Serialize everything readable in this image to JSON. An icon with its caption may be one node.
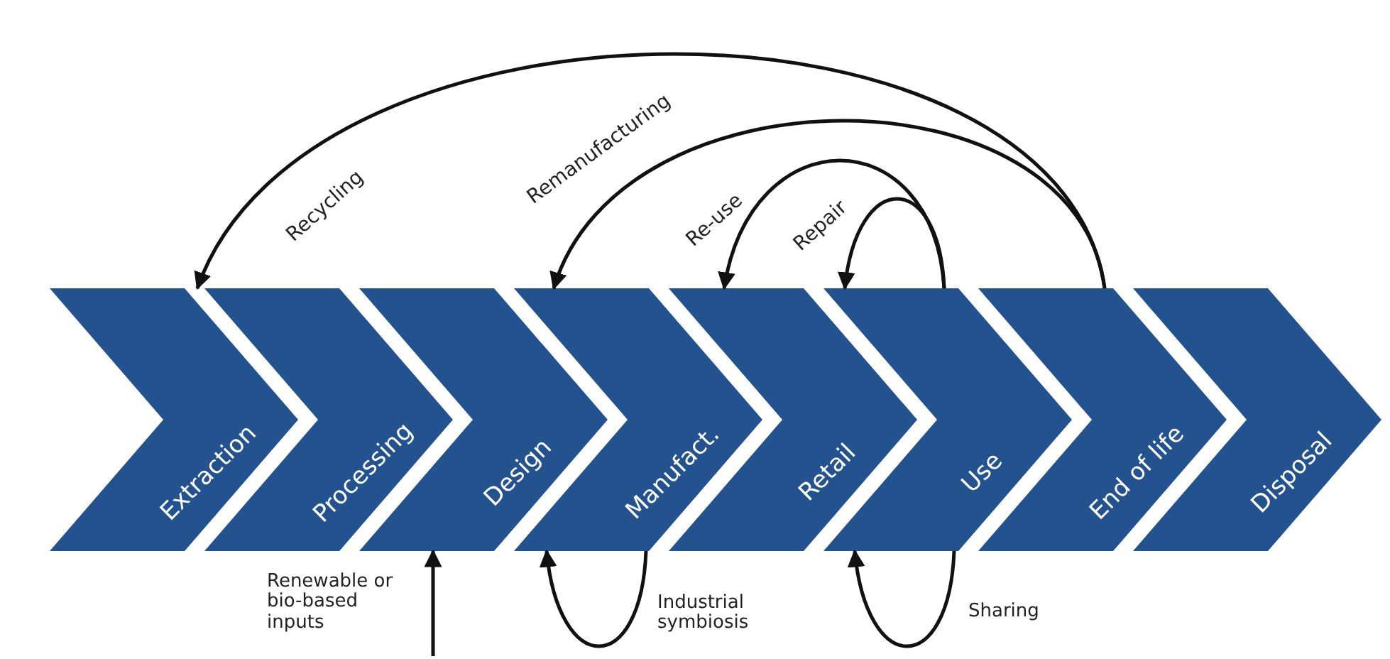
{
  "diagram": {
    "nodes": [
      {
        "text": [
          "Extraction"
        ]
      },
      {
        "text": [
          "Processing"
        ]
      },
      {
        "text": [
          "Design"
        ]
      },
      {
        "text": [
          "Manufact."
        ]
      },
      {
        "text": [
          "Retail"
        ]
      },
      {
        "text": [
          "Use"
        ]
      },
      {
        "text": [
          "End of life"
        ]
      },
      {
        "text": [
          "Disposal"
        ]
      }
    ],
    "edges": [
      {
        "from": 6,
        "to": 0,
        "arrow": "to",
        "label": "Recycling"
      },
      {
        "from": 6,
        "to": 3,
        "arrow": "to",
        "label": "Remanufacturing"
      },
      {
        "from": 5,
        "to": 4,
        "arrow": "to",
        "label": "Re-use"
      },
      {
        "from": 5,
        "to": 5,
        "arrow": "to",
        "label": "Repair"
      },
      {
        "from": 3,
        "to": 3,
        "arrow": "to",
        "label": "Industrial symbiosis"
      },
      {
        "from": 5,
        "to": 5,
        "arrow": "to",
        "label": "Sharing"
      },
      {
        "from": null,
        "to": 2,
        "arrow": "to",
        "label": "Renewable or bio-based inputs"
      }
    ]
  }
}
